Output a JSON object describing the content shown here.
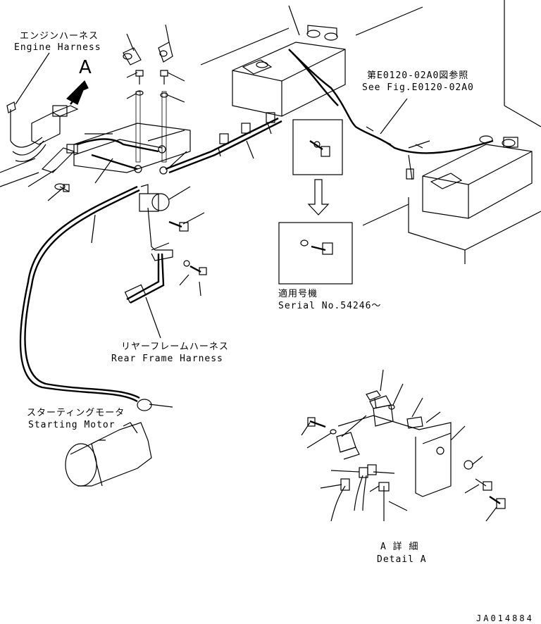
{
  "labels": {
    "engine_harness_jp": "エンジンハーネス",
    "engine_harness_en": "Engine Harness",
    "view_marker": "A",
    "see_fig_jp": "第E0120-02A0図参照",
    "see_fig_en": "See Fig.E0120-02A0",
    "serial_jp": "適用号機",
    "serial_en": "Serial No.54246～",
    "rear_frame_jp": "リヤーフレームハーネス",
    "rear_frame_en": "Rear Frame Harness",
    "starting_motor_jp": "スターティングモータ",
    "starting_motor_en": "Starting Motor",
    "detail_jp": "A 詳 細",
    "detail_en": "Detail A",
    "drawing_number": "JA014884"
  }
}
